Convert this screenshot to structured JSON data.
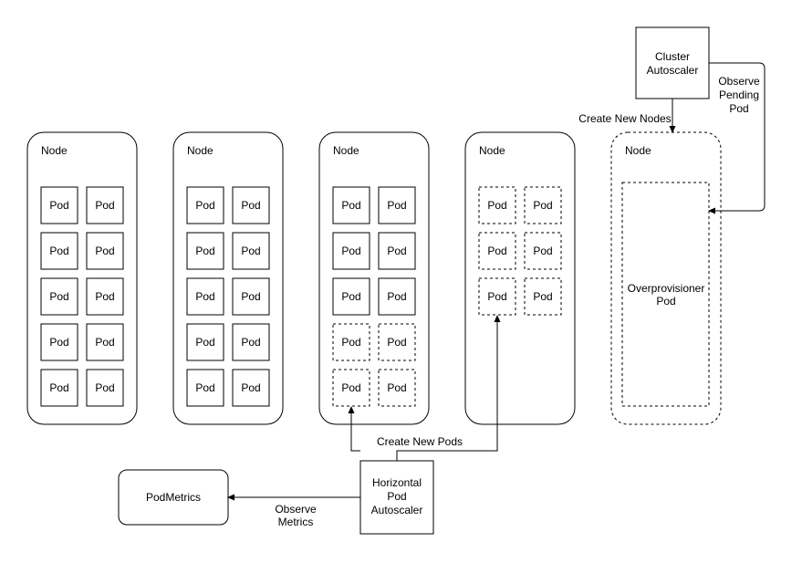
{
  "nodes": [
    {
      "label": "Node",
      "style": "solid",
      "pods": [
        {
          "label": "Pod",
          "style": "solid"
        },
        {
          "label": "Pod",
          "style": "solid"
        },
        {
          "label": "Pod",
          "style": "solid"
        },
        {
          "label": "Pod",
          "style": "solid"
        },
        {
          "label": "Pod",
          "style": "solid"
        },
        {
          "label": "Pod",
          "style": "solid"
        },
        {
          "label": "Pod",
          "style": "solid"
        },
        {
          "label": "Pod",
          "style": "solid"
        },
        {
          "label": "Pod",
          "style": "solid"
        },
        {
          "label": "Pod",
          "style": "solid"
        }
      ]
    },
    {
      "label": "Node",
      "style": "solid",
      "pods": [
        {
          "label": "Pod",
          "style": "solid"
        },
        {
          "label": "Pod",
          "style": "solid"
        },
        {
          "label": "Pod",
          "style": "solid"
        },
        {
          "label": "Pod",
          "style": "solid"
        },
        {
          "label": "Pod",
          "style": "solid"
        },
        {
          "label": "Pod",
          "style": "solid"
        },
        {
          "label": "Pod",
          "style": "solid"
        },
        {
          "label": "Pod",
          "style": "solid"
        },
        {
          "label": "Pod",
          "style": "solid"
        },
        {
          "label": "Pod",
          "style": "solid"
        }
      ]
    },
    {
      "label": "Node",
      "style": "solid",
      "pods": [
        {
          "label": "Pod",
          "style": "solid"
        },
        {
          "label": "Pod",
          "style": "solid"
        },
        {
          "label": "Pod",
          "style": "solid"
        },
        {
          "label": "Pod",
          "style": "solid"
        },
        {
          "label": "Pod",
          "style": "solid"
        },
        {
          "label": "Pod",
          "style": "solid"
        },
        {
          "label": "Pod",
          "style": "dashed"
        },
        {
          "label": "Pod",
          "style": "dashed"
        },
        {
          "label": "Pod",
          "style": "dashed"
        },
        {
          "label": "Pod",
          "style": "dashed"
        }
      ]
    },
    {
      "label": "Node",
      "style": "solid",
      "pods": [
        {
          "label": "Pod",
          "style": "dashed"
        },
        {
          "label": "Pod",
          "style": "dashed"
        },
        {
          "label": "Pod",
          "style": "dashed"
        },
        {
          "label": "Pod",
          "style": "dashed"
        },
        {
          "label": "Pod",
          "style": "dashed"
        },
        {
          "label": "Pod",
          "style": "dashed"
        }
      ]
    },
    {
      "label": "Node",
      "style": "dashed",
      "pods": []
    }
  ],
  "overprovisioner": {
    "lines": [
      "Overprovisioner",
      "Pod"
    ],
    "style": "dashed"
  },
  "cluster_autoscaler": {
    "lines": [
      "Cluster",
      "Autoscaler"
    ]
  },
  "horizontal_pod_autoscaler": {
    "lines": [
      "Horizontal",
      "Pod",
      "Autoscaler"
    ]
  },
  "pod_metrics": {
    "label": "PodMetrics"
  },
  "edges": {
    "create_new_nodes": {
      "lines": [
        "Create New Nodes"
      ]
    },
    "observe_pending_pod": {
      "lines": [
        "Observe",
        "Pending",
        "Pod"
      ]
    },
    "create_new_pods": {
      "lines": [
        "Create New Pods"
      ]
    },
    "observe_metrics": {
      "lines": [
        "Observe",
        "Metrics"
      ]
    }
  },
  "colors": {
    "stroke": "#000000",
    "background": "#ffffff"
  }
}
